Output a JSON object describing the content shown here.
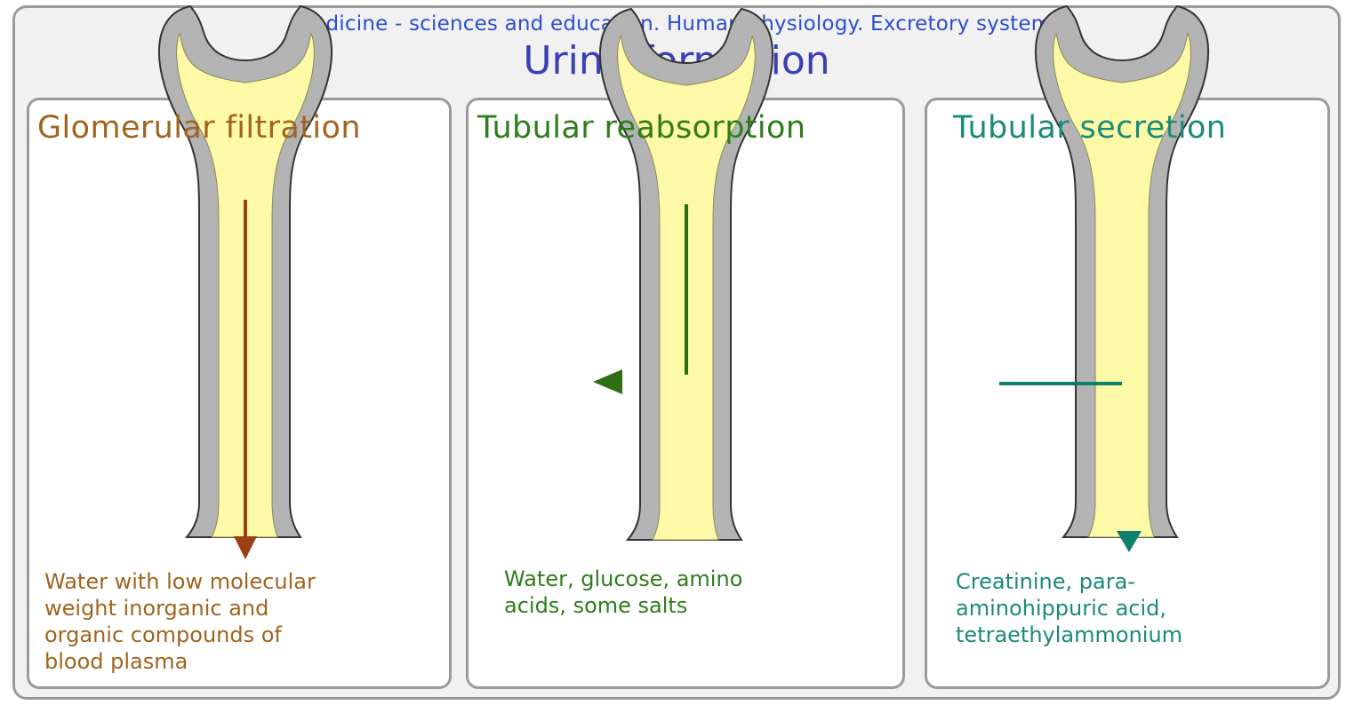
{
  "header": {
    "subtitle": "Medicine - sciences and education. Human physiology. Excretory system.",
    "title": "Urine formation"
  },
  "panels": [
    {
      "title": "Glomerular filtration",
      "description": [
        "Water with low molecular",
        "weight inorganic and",
        "organic compounds of",
        "blood plasma"
      ],
      "arrow_color": "#9b3f14"
    },
    {
      "title": "Tubular reabsorption",
      "description": [
        "Water, glucose, amino",
        "acids, some salts"
      ],
      "arrow_color": "#2e6e12"
    },
    {
      "title": "Tubular secretion",
      "description": [
        "Creatinine, para-",
        "aminohippuric acid,",
        "tetraethylammonium"
      ],
      "arrow_color": "#0e7f6e"
    }
  ],
  "colors": {
    "tube_wall": "#b3b3b3",
    "lumen": "#fdf9a6",
    "outline": "#333333"
  }
}
